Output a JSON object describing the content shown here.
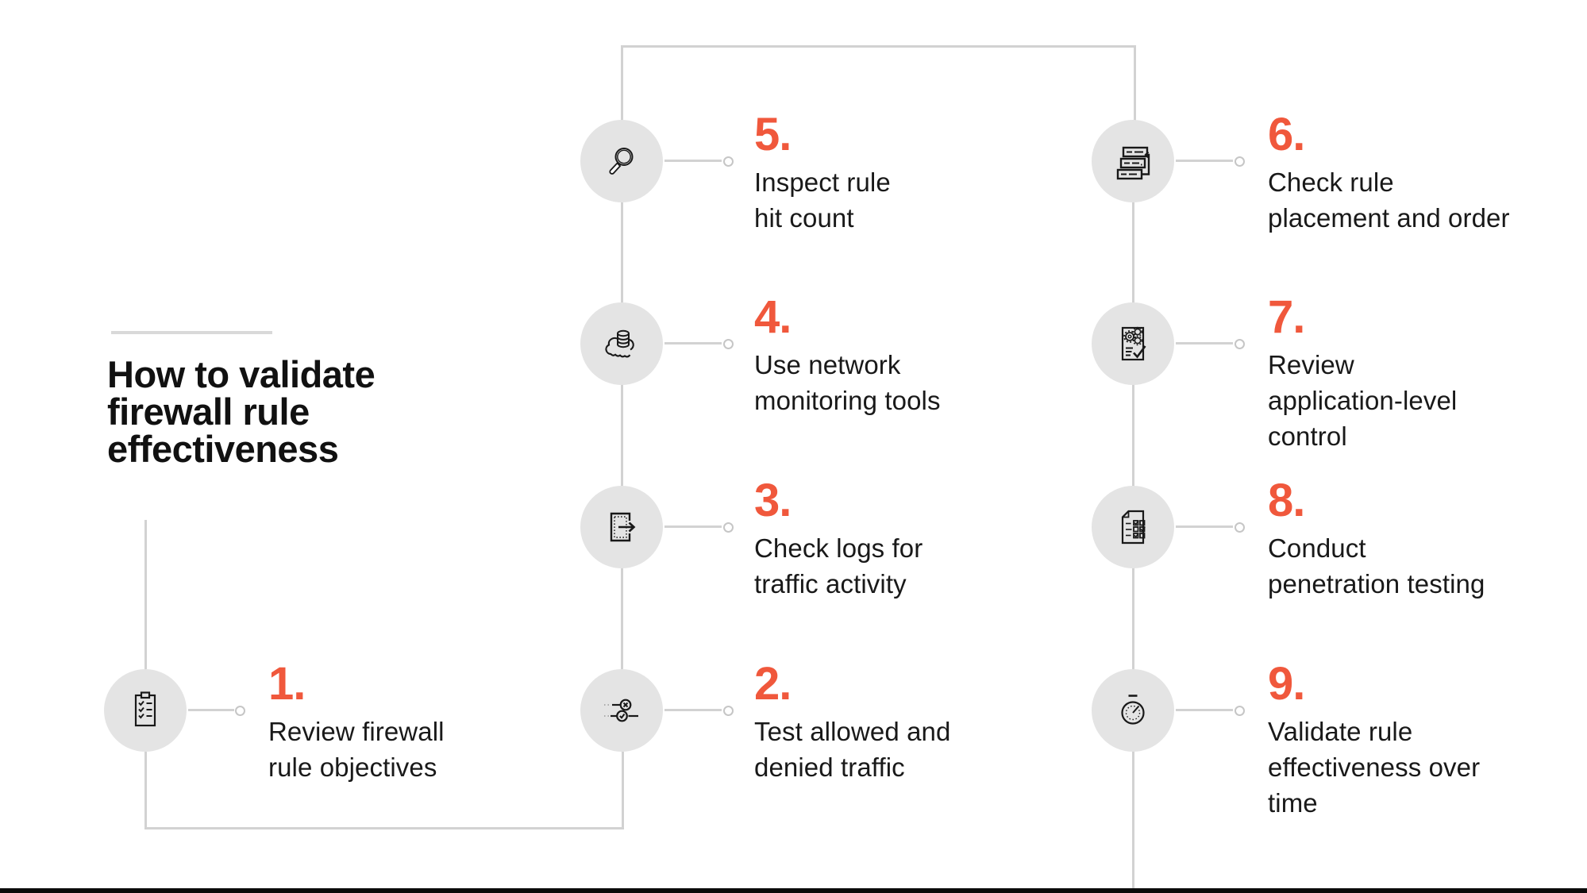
{
  "page": {
    "background": "#ffffff",
    "accent_color": "#f0583c",
    "text_color": "#161616",
    "circle_color": "#e4e4e4",
    "line_color": "#d2d2d2",
    "bottom_bar_color": "#0b0b0b"
  },
  "title": {
    "lines": [
      "How to validate",
      "firewall rule",
      "effectiveness"
    ]
  },
  "steps": [
    {
      "number": "1.",
      "lines": [
        "Review firewall",
        "rule objectives"
      ],
      "icon": "clipboard-checklist-icon"
    },
    {
      "number": "2.",
      "lines": [
        "Test allowed and",
        "denied traffic"
      ],
      "icon": "allow-deny-traffic-icon"
    },
    {
      "number": "3.",
      "lines": [
        "Check logs for",
        "traffic activity"
      ],
      "icon": "log-export-icon"
    },
    {
      "number": "4.",
      "lines": [
        "Use network",
        "monitoring tools"
      ],
      "icon": "cloud-database-icon"
    },
    {
      "number": "5.",
      "lines": [
        "Inspect rule",
        "hit count"
      ],
      "icon": "magnifier-icon"
    },
    {
      "number": "6.",
      "lines": [
        "Check rule",
        "placement and order"
      ],
      "icon": "rule-order-icon"
    },
    {
      "number": "7.",
      "lines": [
        "Review",
        "application-level",
        "control"
      ],
      "icon": "document-gears-icon"
    },
    {
      "number": "8.",
      "lines": [
        "Conduct",
        "penetration testing"
      ],
      "icon": "penetration-test-checklist-icon"
    },
    {
      "number": "9.",
      "lines": [
        "Validate rule",
        "effectiveness over",
        "time"
      ],
      "icon": "stopwatch-icon"
    }
  ]
}
